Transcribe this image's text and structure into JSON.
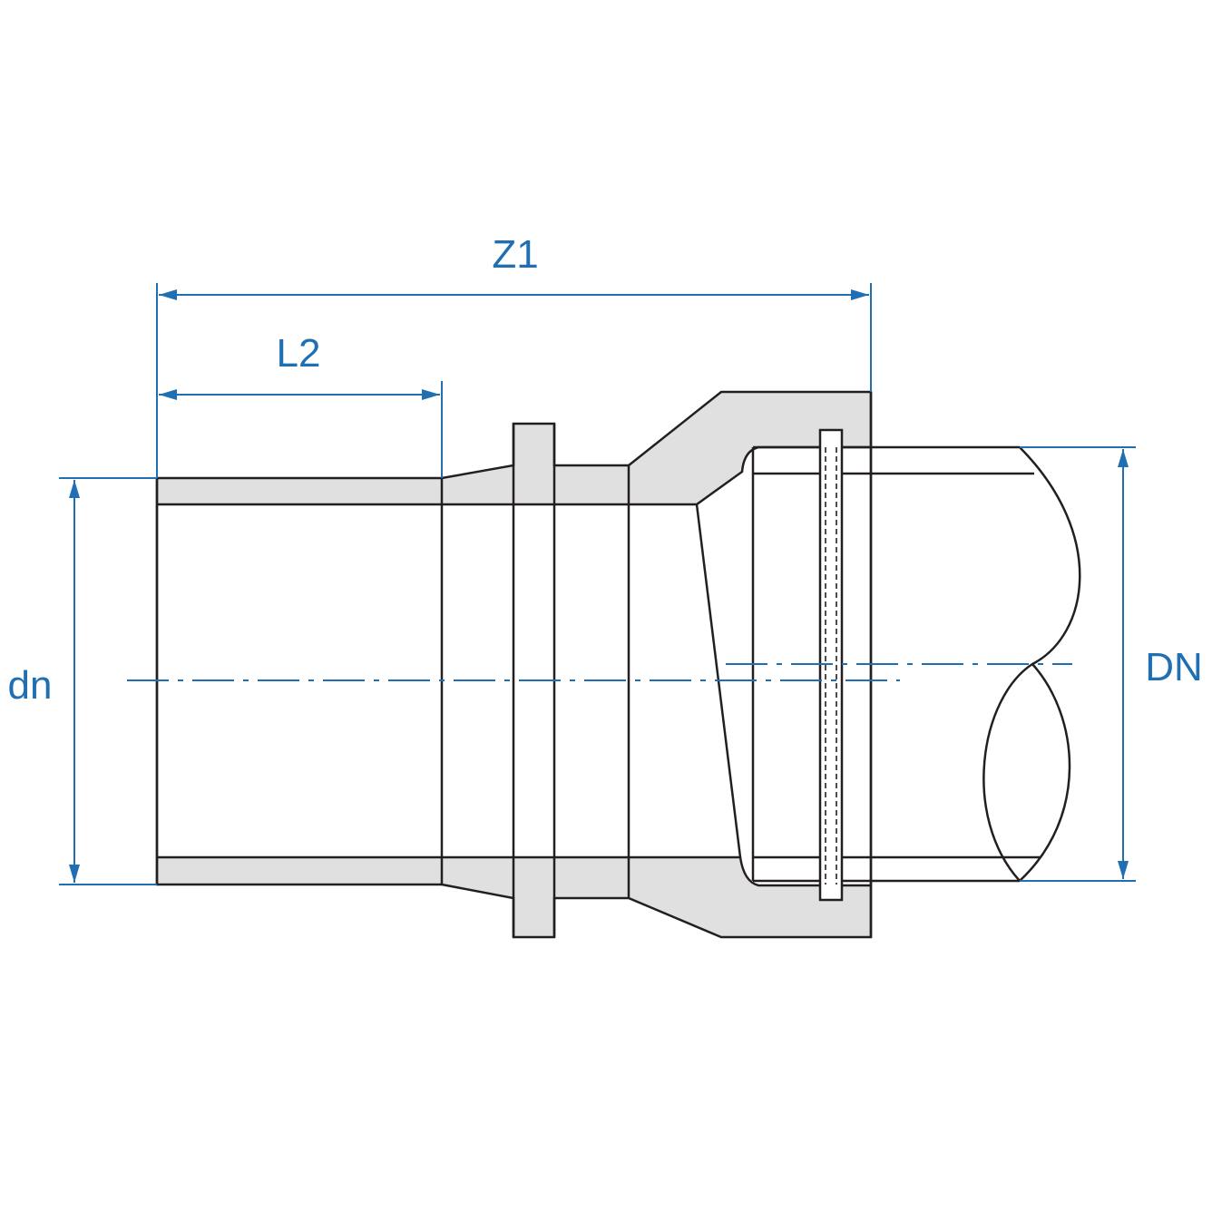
{
  "colors": {
    "dimension": "#1f6fb2",
    "outline": "#231f20",
    "section_fill": "#e0e0e0",
    "background": "#ffffff"
  },
  "dimensions": {
    "overall_length": "Z1",
    "insertion_length": "L2",
    "spigot_outside_diameter": "dn",
    "nominal_diameter": "DN"
  }
}
